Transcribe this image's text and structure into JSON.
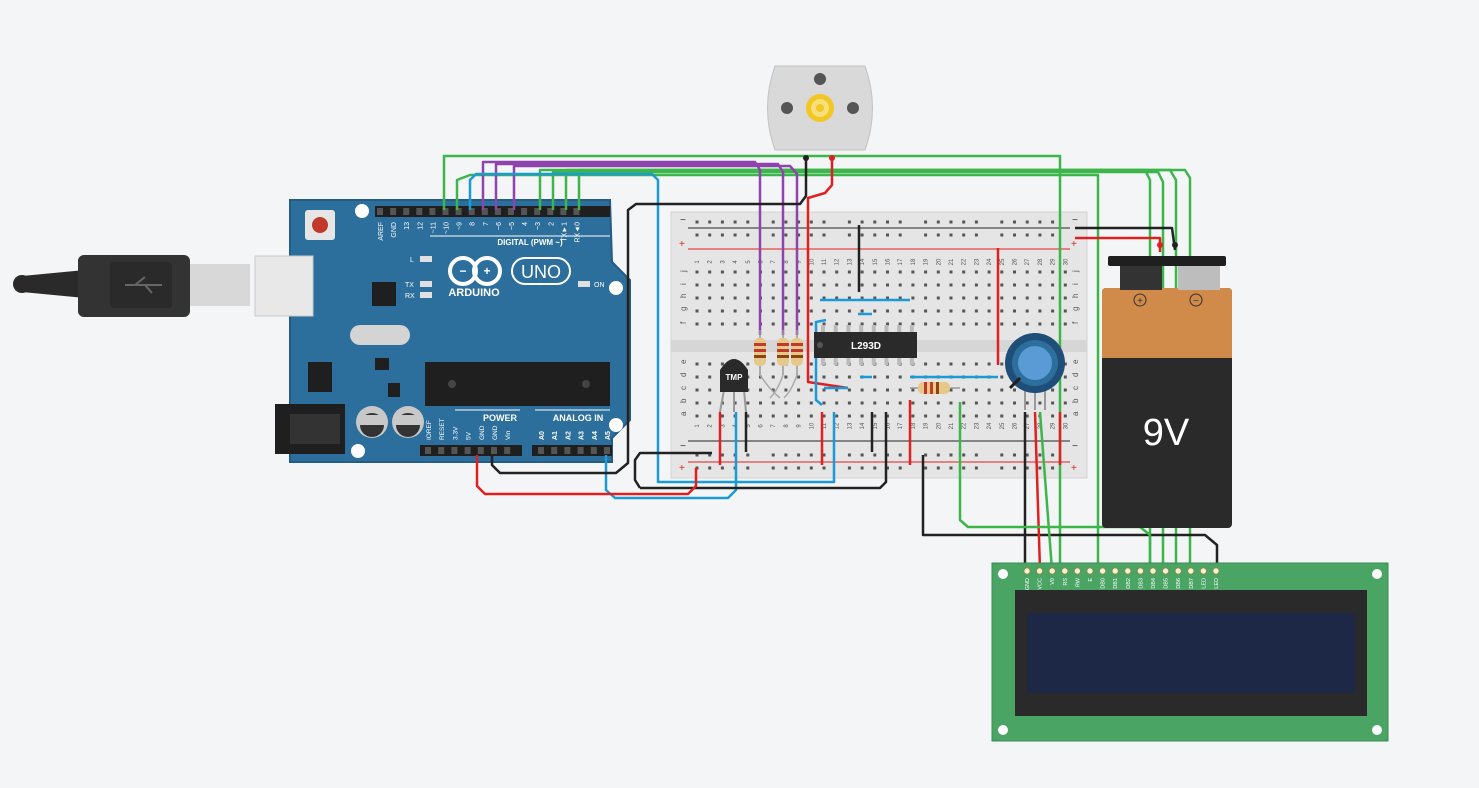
{
  "arduino": {
    "brand": "ARDUINO",
    "model": "UNO",
    "digital_label": "DIGITAL (PWM ~)",
    "power_label": "POWER",
    "analog_label": "ANALOG IN",
    "led_l": "L",
    "led_tx": "TX",
    "led_rx": "RX",
    "on_label": "ON",
    "top_pins": [
      "AREF",
      "GND",
      "13",
      "12",
      "~11",
      "~10",
      "~9",
      "8",
      "7",
      "~6",
      "~5",
      "4",
      "~3",
      "2",
      "TX►1",
      "RX◄0"
    ],
    "power_pins": [
      "IOREF",
      "RESET",
      "3.3V",
      "5V",
      "GND",
      "GND",
      "Vin"
    ],
    "analog_pins": [
      "A0",
      "A1",
      "A2",
      "A3",
      "A4",
      "A5"
    ]
  },
  "breadboard": {
    "row_labels_top": [
      "j",
      "i",
      "h",
      "g",
      "f"
    ],
    "row_labels_bottom": [
      "e",
      "d",
      "c",
      "b",
      "a"
    ],
    "plus": "+",
    "minus": "−",
    "columns": [
      "1",
      "2",
      "3",
      "4",
      "5",
      "6",
      "7",
      "8",
      "9",
      "10",
      "11",
      "12",
      "13",
      "14",
      "15",
      "16",
      "17",
      "18",
      "19",
      "20",
      "21",
      "22",
      "23",
      "24",
      "25",
      "26",
      "27",
      "28",
      "29",
      "30"
    ]
  },
  "chip_label": "L293D",
  "temp_sensor_label": "TMP",
  "battery": {
    "label": "9V",
    "plus": "+",
    "minus": "−"
  },
  "lcd": {
    "pins": [
      "GND",
      "VCC",
      "V0",
      "RS",
      "RW",
      "E",
      "DB0",
      "DB1",
      "DB2",
      "DB3",
      "DB4",
      "DB5",
      "DB6",
      "DB7",
      "LED",
      "LED"
    ]
  },
  "colors": {
    "arduino_board": "#2c6e9c",
    "breadboard": "#e5e5e5",
    "wire_green": "#3cb54a",
    "wire_purple": "#8e44ad",
    "wire_red": "#e02020",
    "wire_blue": "#1a9ad6",
    "wire_black": "#222222",
    "lcd_pcb": "#4aa464",
    "lcd_screen": "#1c2845",
    "battery_top": "#d08a4a",
    "battery_body": "#2a2a2a"
  }
}
